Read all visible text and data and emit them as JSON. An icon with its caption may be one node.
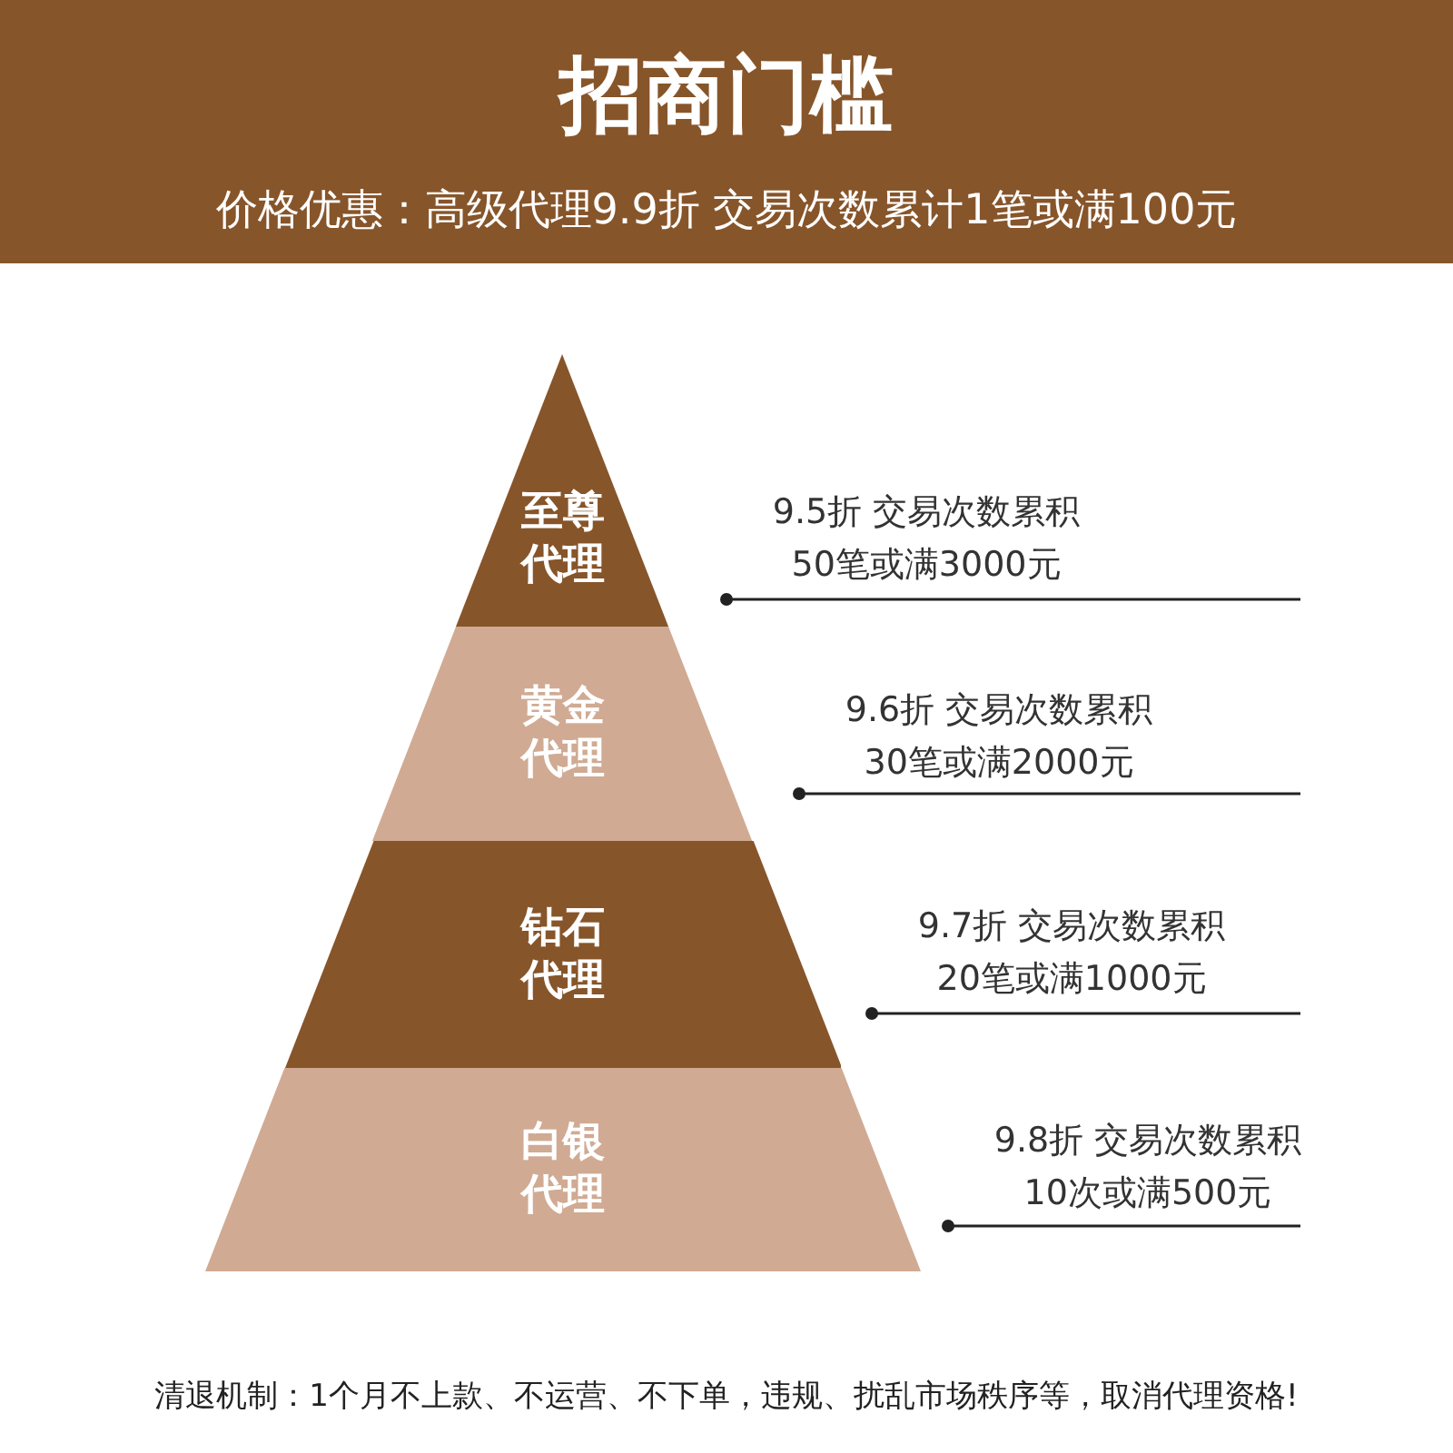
{
  "diagram": {
    "title": "招商门槛",
    "nodes": [
      {
        "text": [
          "至尊代理"
        ],
        "beside": [
          "9.5折 交易次数累积",
          "50笔或满3000元"
        ]
      },
      {
        "text": [
          "黄金代理"
        ],
        "beside": [
          "9.6折 交易次数累积",
          "30笔或满2000元"
        ]
      },
      {
        "text": [
          "钻石代理"
        ],
        "beside": [
          "9.7折 交易次数累积",
          "20笔或满1000元"
        ]
      },
      {
        "text": [
          "白银代理"
        ],
        "beside": [
          "9.8折 交易次数累积",
          "10次或满500元"
        ]
      }
    ],
    "labels": [
      "价格优惠：高级代理9.9折 交易次数累计1笔或满100元"
    ],
    "caption": "清退机制：1个月不上款、不运营、不下单，违规、扰乱市场秩序等，取消代理资格!"
  }
}
